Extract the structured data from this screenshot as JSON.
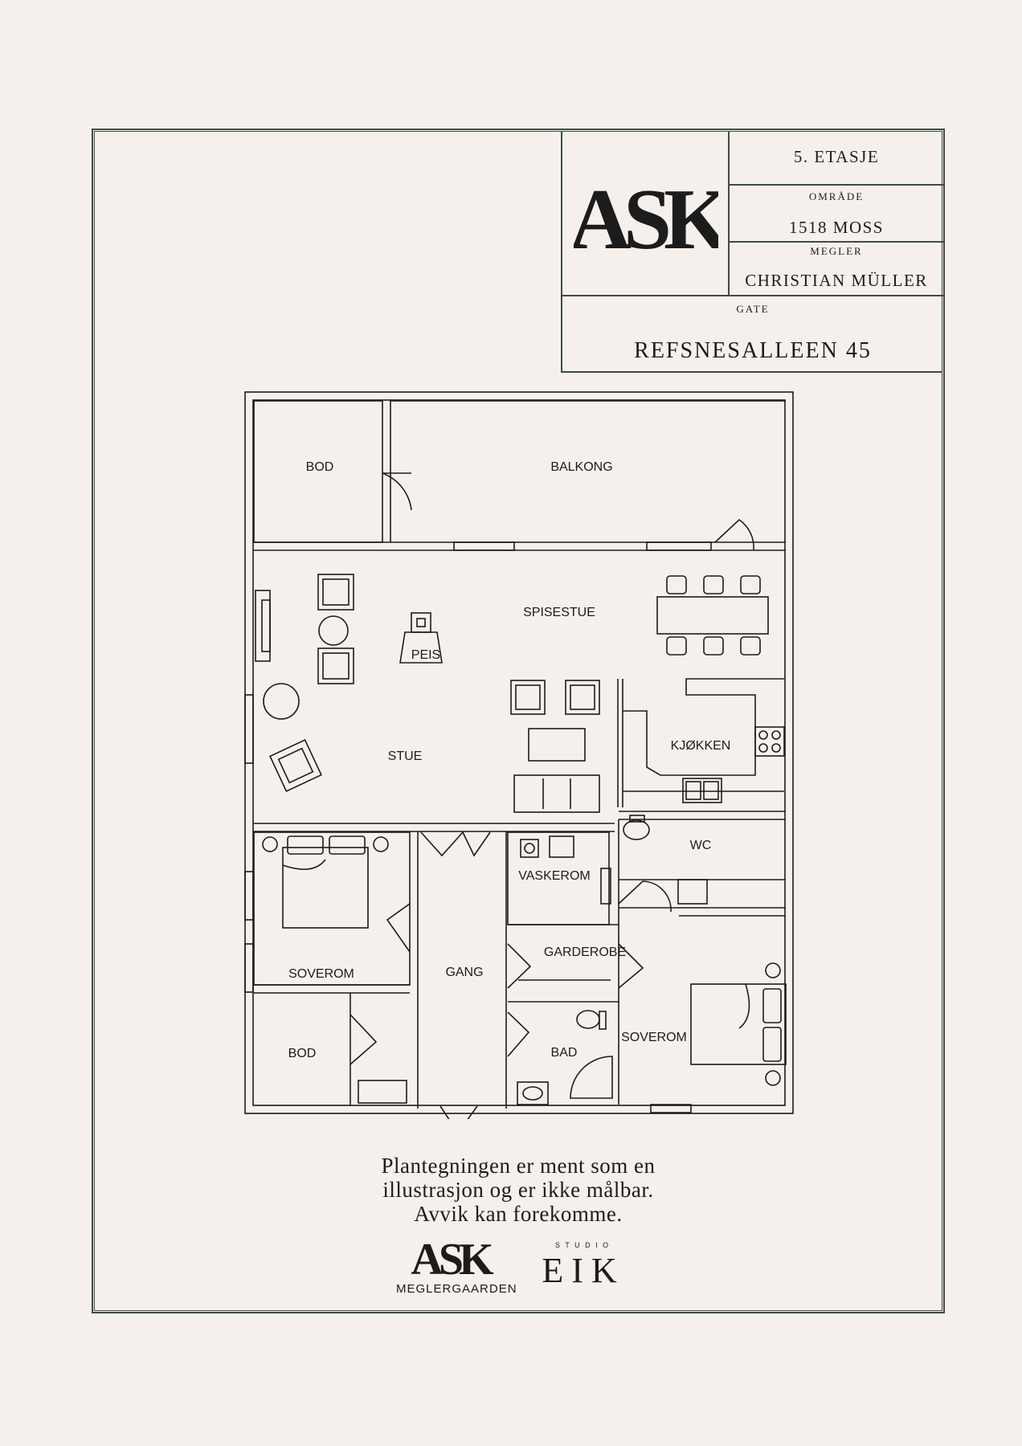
{
  "title_block": {
    "floor": "5. ETASJE",
    "area_label": "OMRÅDE",
    "area_value": "1518 MOSS",
    "broker_label": "MEGLER",
    "broker_value": "CHRISTIAN MÜLLER",
    "street_label": "GATE",
    "street_value": "REFSNESALLEEN 45"
  },
  "logo_text": "ASK",
  "rooms": {
    "bod_top": "BOD",
    "balkong": "BALKONG",
    "spisestue": "SPISESTUE",
    "peis": "PEIS",
    "stue": "STUE",
    "kjokken": "KJØKKEN",
    "wc": "WC",
    "vaskerom": "VASKEROM",
    "garderobe": "GARDEROBE",
    "soverom_left": "SOVEROM",
    "gang": "GANG",
    "bod_bottom": "BOD",
    "bad": "BAD",
    "soverom_right": "SOVEROM"
  },
  "disclaimer": {
    "line1": "Plantegningen er ment som en",
    "line2": "illustrasjon og er ikke målbar.",
    "line3": "Avvik kan forekomme."
  },
  "footer": {
    "ask_logo": "ASK",
    "ask_sub": "MEGLERGAARDEN",
    "studio_label": "S T U D I O",
    "studio_name": "EIK"
  },
  "colors": {
    "background": "#f6f0ec",
    "frame": "#3d4d3f",
    "ink": "#1c1c1c"
  }
}
